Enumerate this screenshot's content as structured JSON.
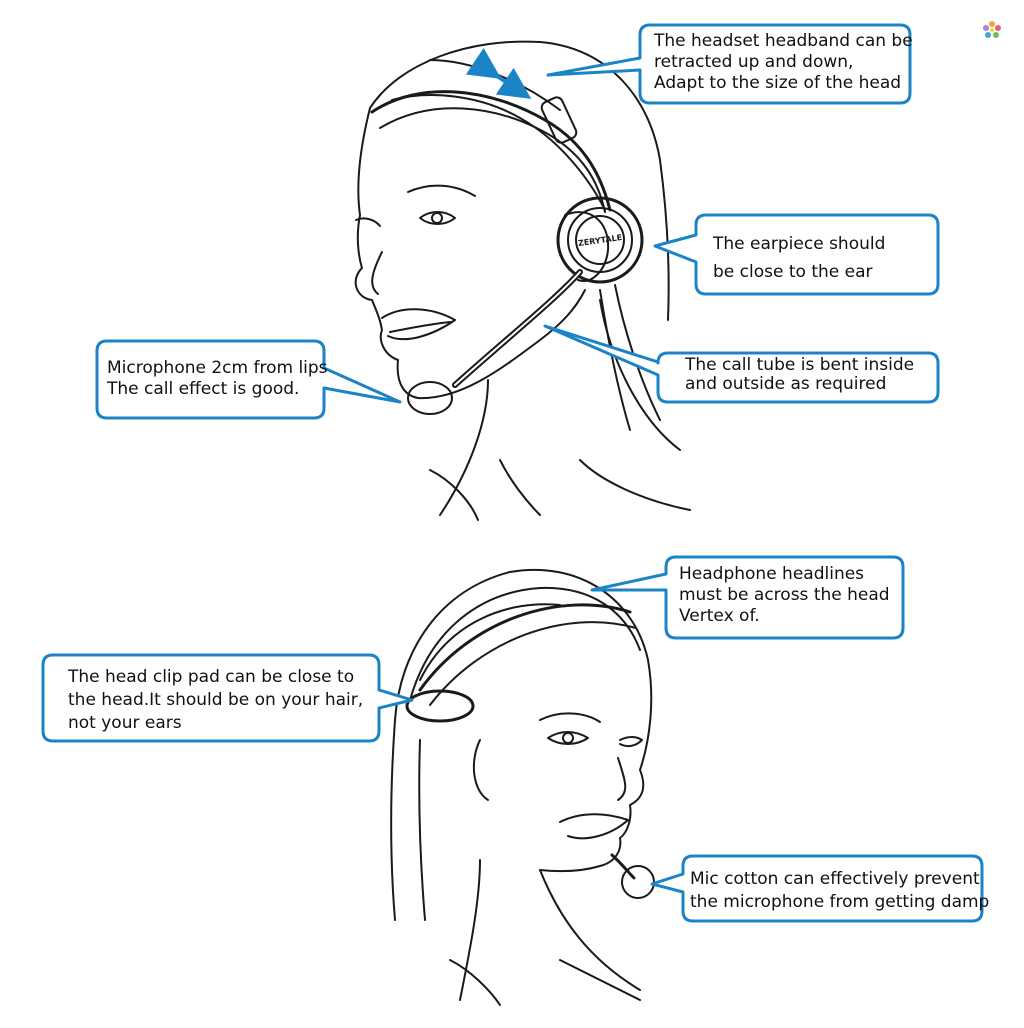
{
  "colors": {
    "accent": "#1b84c7",
    "line": "#1a1a1a",
    "background": "#ffffff"
  },
  "logo": {
    "name": "flower-logo-icon"
  },
  "top_figure": {
    "headset_brand": "ZERYTALE",
    "callouts": {
      "headband": "The headset headband can be\nretracted up and down,\nAdapt to the size of the head",
      "earpiece": "The earpiece should\nbe close to the ear",
      "microphone": "Microphone 2cm from lips\nThe call effect is good.",
      "call_tube": "The call tube is bent inside\nand outside as required"
    }
  },
  "bottom_figure": {
    "callouts": {
      "headline": "Headphone headlines\nmust be across the head\nVertex of.",
      "clip_pad": "The head clip pad can be close to\nthe head.It should be on your hair,\nnot your ears",
      "mic_cotton": "Mic cotton can effectively prevent\nthe microphone from getting damp"
    }
  }
}
